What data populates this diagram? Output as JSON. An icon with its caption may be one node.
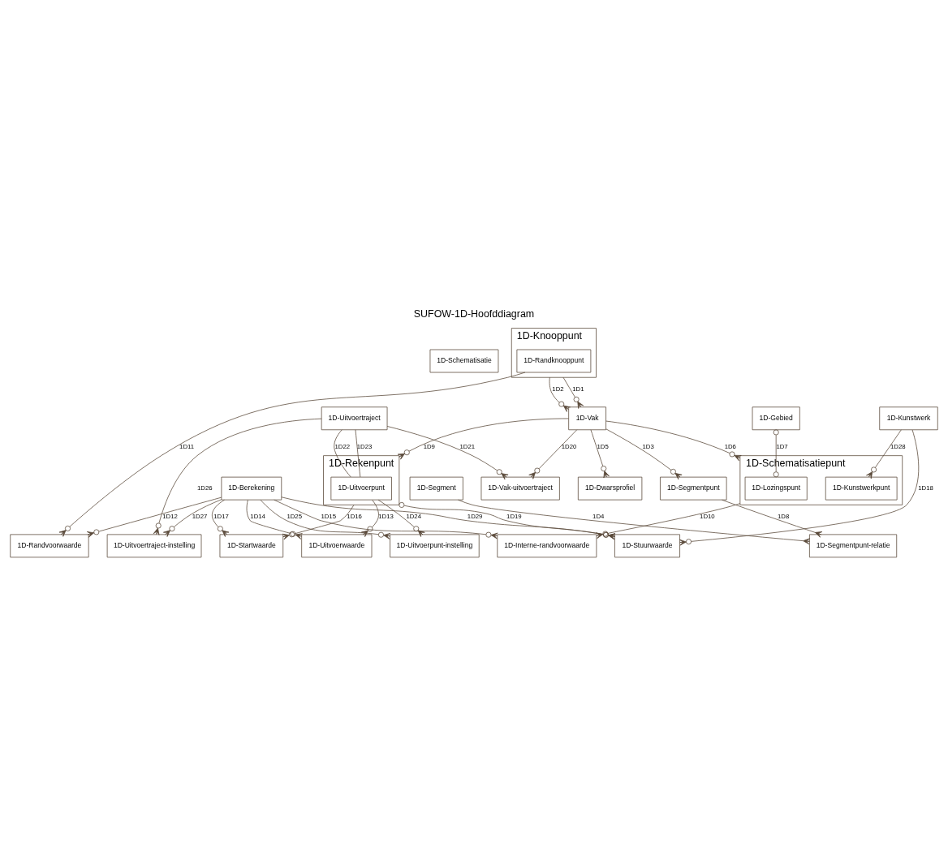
{
  "diagram": {
    "title": "SUFOW-1D-Hoofddiagram",
    "nodes": [
      {
        "text": [
          "1D-Schematisatie"
        ]
      },
      {
        "text": [
          "1D-Knooppunt"
        ]
      },
      {
        "text": [
          "1D-Randknooppunt"
        ],
        "in": 1
      },
      {
        "text": [
          "1D-Berekening"
        ]
      },
      {
        "text": [
          "1D-Segment"
        ]
      },
      {
        "text": [
          "1D-Randvoorwaarde"
        ]
      },
      {
        "text": [
          "1D-Uitvoertraject"
        ]
      },
      {
        "text": [
          "1D-Segmentpunt-relatie"
        ]
      },
      {
        "text": [
          "1D-Vak"
        ]
      },
      {
        "text": [
          "1D-Vak-uitvoertraject"
        ]
      },
      {
        "text": [
          "1D-Uitvoertraject-instelling"
        ]
      },
      {
        "text": [
          "1D-Segmentpunt"
        ]
      },
      {
        "text": [
          "1D-Rekenpunt"
        ]
      },
      {
        "text": [
          "1D-Uitvoerpunt"
        ],
        "in": 12
      },
      {
        "text": [
          "1D-Gebied"
        ]
      },
      {
        "text": [
          "1D-Uitvoerpunt-instelling"
        ]
      },
      {
        "text": [
          "1D-Kunstwerk"
        ]
      },
      {
        "text": [
          "1D-Dwarsprofiel"
        ]
      },
      {
        "text": [
          "1D-Startwaarde"
        ]
      },
      {
        "text": [
          "1D-Schematisatiepunt"
        ]
      },
      {
        "text": [
          "1D-Lozingspunt"
        ],
        "in": 19
      },
      {
        "text": [
          "1D-Kunstwerkpunt"
        ],
        "in": 19
      },
      {
        "text": [
          "1D-Stuurwaarde"
        ]
      },
      {
        "text": [
          "1D-Uitvoerwaarde"
        ]
      },
      {
        "text": [
          "1D-Interne-randvoorwaarde"
        ]
      }
    ],
    "edges": [
      {
        "from": 1,
        "to": 8,
        "arrow": "other",
        "label": "1D1"
      },
      {
        "from": 1,
        "to": 8,
        "arrow": "other",
        "label": "1D2"
      },
      {
        "from": 8,
        "to": 11,
        "arrow": "other",
        "label": "1D3"
      },
      {
        "from": 4,
        "to": 7,
        "arrow": "other",
        "label": "1D4"
      },
      {
        "from": 8,
        "to": 17,
        "arrow": "other",
        "label": "1D5"
      },
      {
        "from": 8,
        "to": 19,
        "arrow": "other",
        "label": "1D6"
      },
      {
        "from": 14,
        "to": 20,
        "arrow": "other",
        "label": "1D7"
      },
      {
        "from": 11,
        "to": 7,
        "arrow": "other",
        "label": "1D8"
      },
      {
        "from": 8,
        "to": 12,
        "arrow": "other",
        "label": "1D9"
      },
      {
        "from": 19,
        "to": 24,
        "arrow": "other",
        "label": "1D10"
      },
      {
        "from": 2,
        "to": 5,
        "arrow": "other",
        "label": "1D11"
      },
      {
        "from": 3,
        "to": 5,
        "arrow": "other",
        "label": "1D12"
      },
      {
        "from": 13,
        "to": 23,
        "arrow": "other",
        "label": "1D13"
      },
      {
        "from": 3,
        "to": 23,
        "arrow": "other",
        "label": "1D14"
      },
      {
        "from": 3,
        "to": 24,
        "arrow": "other",
        "label": "1D15"
      },
      {
        "from": 12,
        "to": 18,
        "arrow": "other",
        "label": "1D16"
      },
      {
        "from": 3,
        "to": 18,
        "arrow": "other",
        "label": "1D17"
      },
      {
        "from": 16,
        "to": 22,
        "arrow": "other",
        "label": "1D18"
      },
      {
        "from": 12,
        "to": 22,
        "arrow": "other",
        "label": "1D19"
      },
      {
        "from": 8,
        "to": 9,
        "arrow": "other",
        "label": "1D20"
      },
      {
        "from": 6,
        "to": 9,
        "arrow": "other",
        "label": "1D21"
      },
      {
        "from": 6,
        "to": 13,
        "arrow": "none",
        "label": "1D22"
      },
      {
        "from": 6,
        "to": 13,
        "arrow": "none",
        "label": "1D23"
      },
      {
        "from": 13,
        "to": 15,
        "arrow": "other",
        "label": "1D24"
      },
      {
        "from": 3,
        "to": 15,
        "arrow": "other",
        "label": "1D25"
      },
      {
        "from": 6,
        "to": 10,
        "arrow": "other",
        "label": "1D26"
      },
      {
        "from": 3,
        "to": 10,
        "arrow": "other",
        "label": "1D27"
      },
      {
        "from": 16,
        "to": 21,
        "arrow": "other",
        "label": "1D28"
      },
      {
        "from": 3,
        "to": 22,
        "arrow": "other",
        "label": "1D29"
      }
    ]
  }
}
